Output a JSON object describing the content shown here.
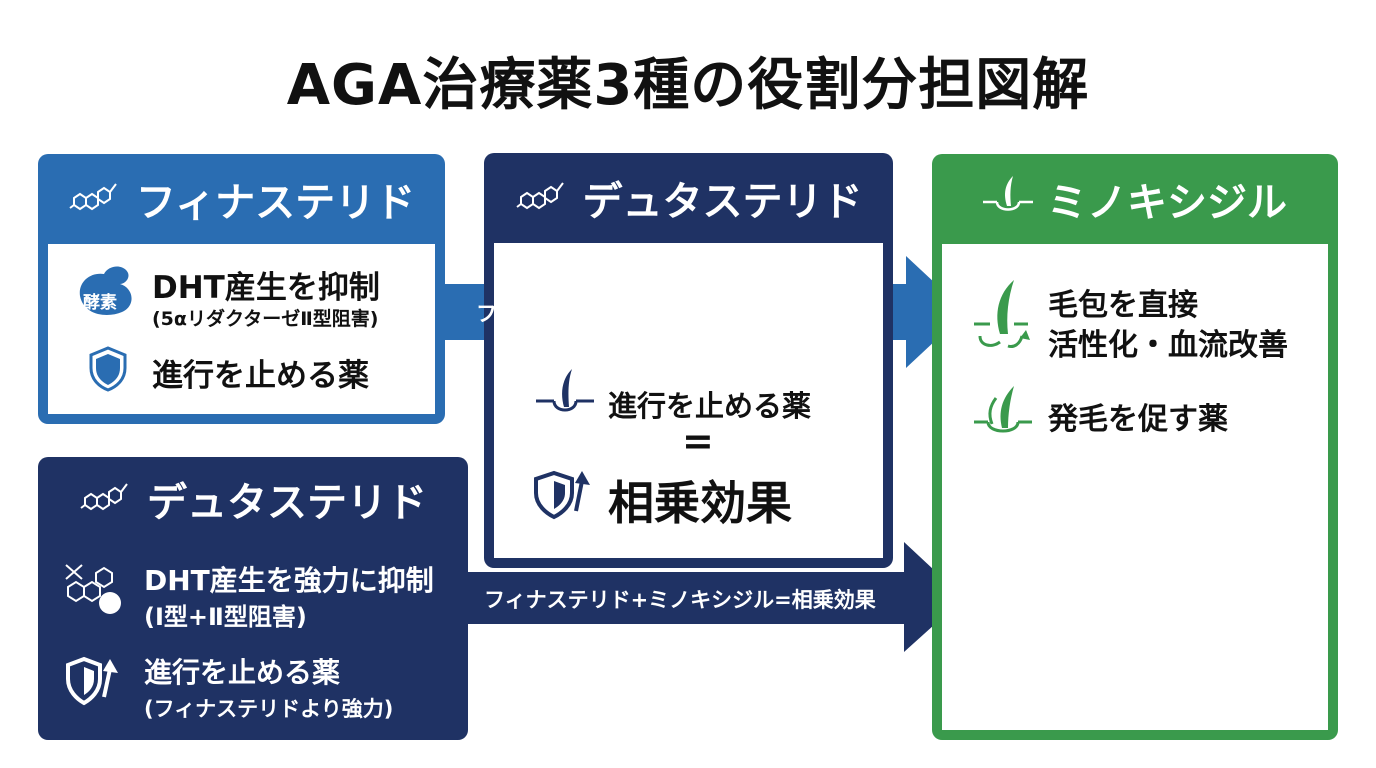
{
  "title": "AGA治療薬3種の役割分担図解",
  "finasteride": {
    "header": "フィナステリド",
    "enzyme_badge": "酵素",
    "line1": "DHT産生を抑制",
    "line1_sub": "(5αリダクターゼⅡ型阻害)",
    "line2": "進行を止める薬"
  },
  "dutasteride_box": {
    "header": "デュタステリド",
    "line1": "DHT産生を強力に抑制",
    "line1_sub": "(Ⅰ型+Ⅱ型阻害)",
    "line2": "進行を止める薬",
    "line2_sub": "(フィナステリドより強力)"
  },
  "dutasteride_center": {
    "header": "デュタステリド",
    "line1": "進行を止める薬",
    "equals": "=",
    "line2": "相乗効果"
  },
  "minoxidil": {
    "header": "ミノキシジル",
    "line1a": "毛包を直接",
    "line1b": "活性化・血流改善",
    "line2": "発毛を促す薬"
  },
  "arrows": {
    "top": "フィナステリド+ミノキシジル=相乗効果",
    "bottom": "フィナステリド+ミノキシジル=相乗効果"
  },
  "colors": {
    "blue": "#2a6db2",
    "navy": "#1f3264",
    "green": "#3a9a4c"
  }
}
